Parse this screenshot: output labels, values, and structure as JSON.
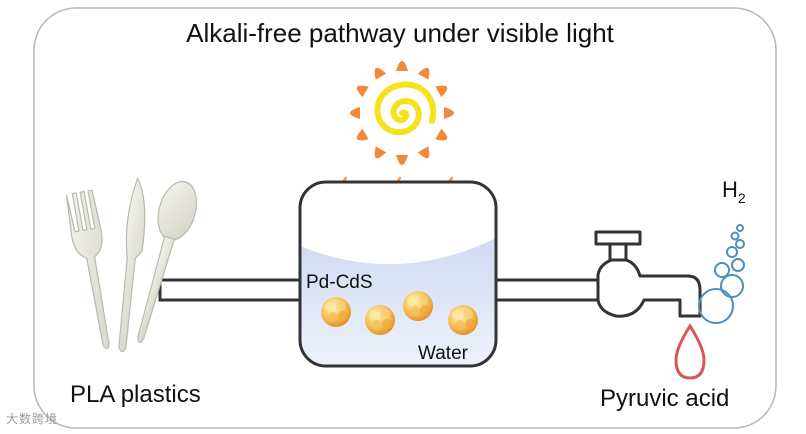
{
  "title": "Alkali-free pathway under visible light",
  "labels": {
    "pla": "PLA plastics",
    "catalyst": "Pd-CdS",
    "water": "Water",
    "product": "Pyruvic acid",
    "gas_main": "H",
    "gas_sub": "2"
  },
  "watermark": "大数跨境",
  "colors": {
    "frame": "#b8b8b8",
    "sun_rays": "#f08a3a",
    "sun_spiral": "#f6e21a",
    "light_arrows": "#e8a25a",
    "water": "#dfe6f7",
    "catalyst": "#f2a93a",
    "bubbles": "#4a8fc0",
    "droplet": "#d9555a",
    "cutlery": "#e6e6dc"
  }
}
